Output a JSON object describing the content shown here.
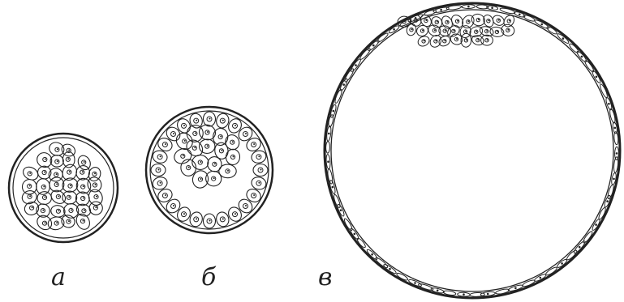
{
  "figure": {
    "panels": [
      {
        "id": "a",
        "label": "а"
      },
      {
        "id": "b",
        "label": "б"
      },
      {
        "id": "v",
        "label": "в"
      }
    ],
    "colors": {
      "ink": "#222222",
      "background": "#ffffff"
    }
  }
}
